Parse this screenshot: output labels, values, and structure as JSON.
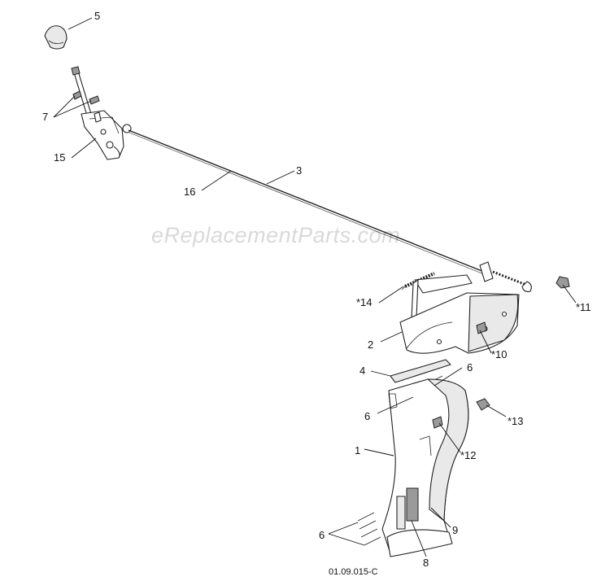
{
  "watermark": "eReplacementParts.com",
  "drawing_number": "01.09.015-C",
  "callouts": {
    "c5": "5",
    "c7": "7",
    "c15": "15",
    "c16": "16",
    "c3": "3",
    "c14": "*14",
    "c11": "*11",
    "c2": "2",
    "c10": "*10",
    "c4": "4",
    "c6a": "6",
    "c6b": "6",
    "c13": "*13",
    "c1": "1",
    "c12": "*12",
    "c6c": "6",
    "c8": "8",
    "c9": "9"
  }
}
